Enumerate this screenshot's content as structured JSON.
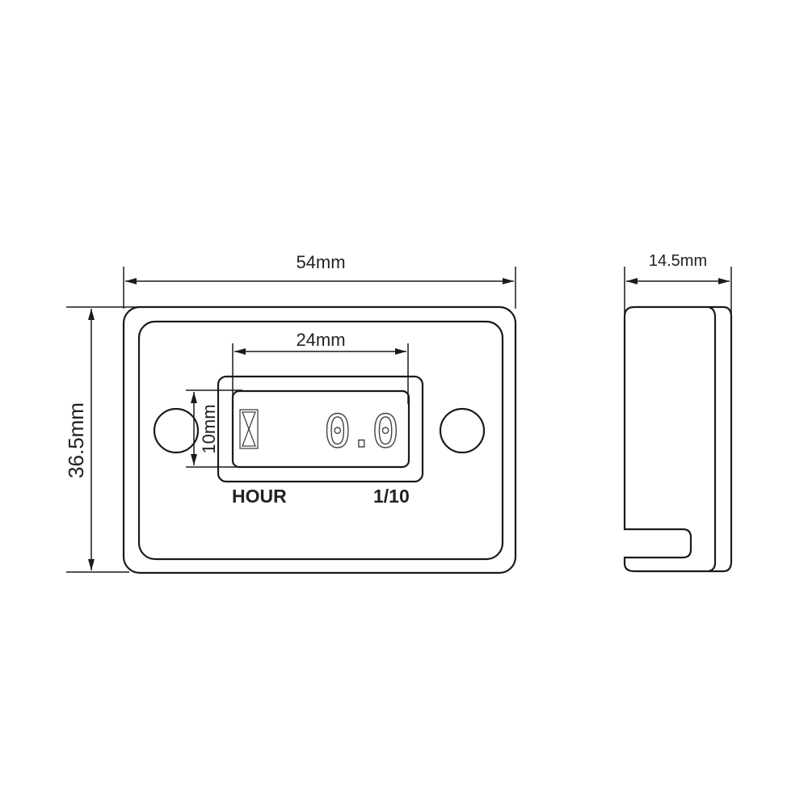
{
  "dimensions": {
    "width": "54mm",
    "height": "36.5mm",
    "display_width": "24mm",
    "display_height": "10mm",
    "depth": "14.5mm"
  },
  "labels": {
    "unit": "HOUR",
    "resolution": "1/10"
  },
  "display": {
    "reading": "0.0",
    "icon": "hourglass-icon"
  }
}
